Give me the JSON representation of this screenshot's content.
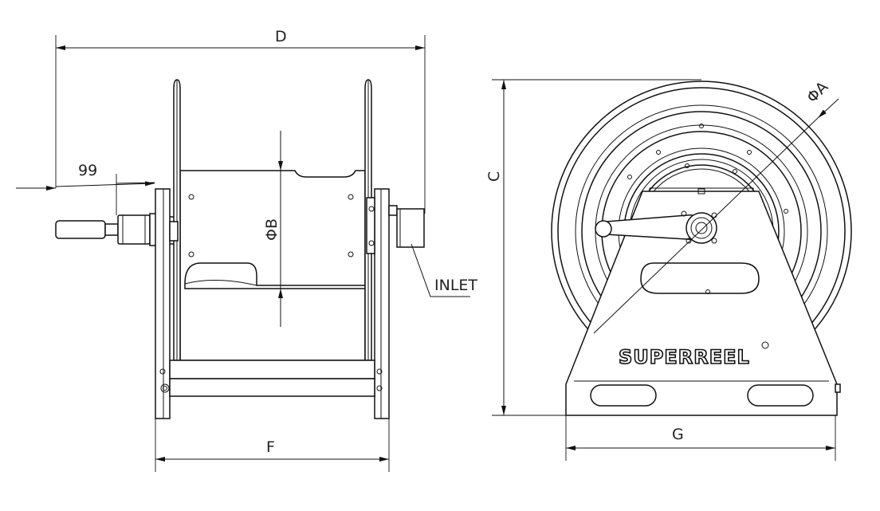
{
  "dimensions": {
    "D": "D",
    "handle_offset": "99",
    "diameter_B": "ΦB",
    "F": "F",
    "C": "C",
    "diameter_A": "ΦA",
    "G": "G"
  },
  "callouts": {
    "inlet": "INLET"
  },
  "brand": {
    "name": "SUPERREEL"
  }
}
